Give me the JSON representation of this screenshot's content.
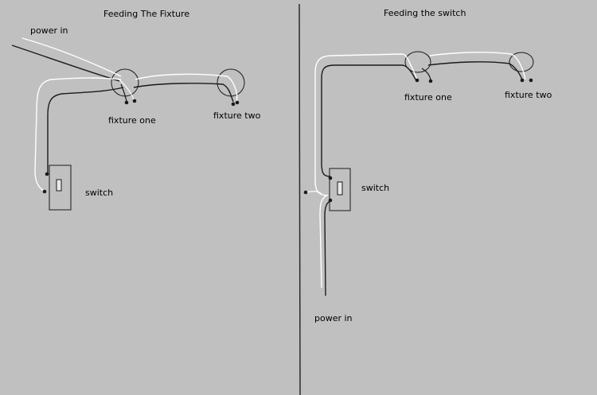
{
  "panels": {
    "left": {
      "title": "Feeding The Fixture",
      "labels": {
        "power_in": "power in",
        "fixture_one": "fixture one",
        "fixture_two": "fixture two",
        "switch": "switch"
      }
    },
    "right": {
      "title": "Feeding the switch",
      "labels": {
        "fixture_one": "fixture one",
        "fixture_two": "fixture two",
        "switch": "switch",
        "power_in": "power in"
      }
    }
  },
  "colors": {
    "background": "#c0c0c0",
    "black_wire": "#1a1a1a",
    "white_wire": "#ffffff",
    "divider": "#2a2a2a"
  }
}
